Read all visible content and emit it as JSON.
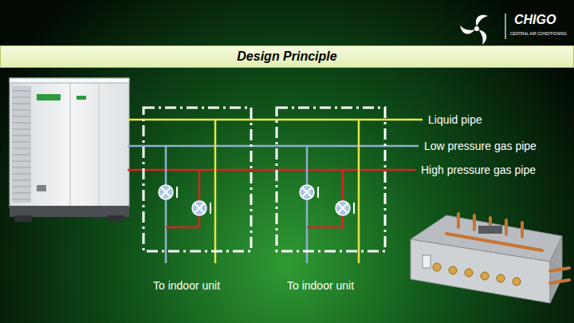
{
  "diagram": {
    "title": "Design Principle",
    "labels": [
      "CHIGO",
      "CENTRAL AIR CONDITIONING",
      "Liquid pipe",
      "Low pressure gas pipe",
      "High pressure gas pipe",
      "To indoor unit",
      "To indoor unit"
    ]
  }
}
